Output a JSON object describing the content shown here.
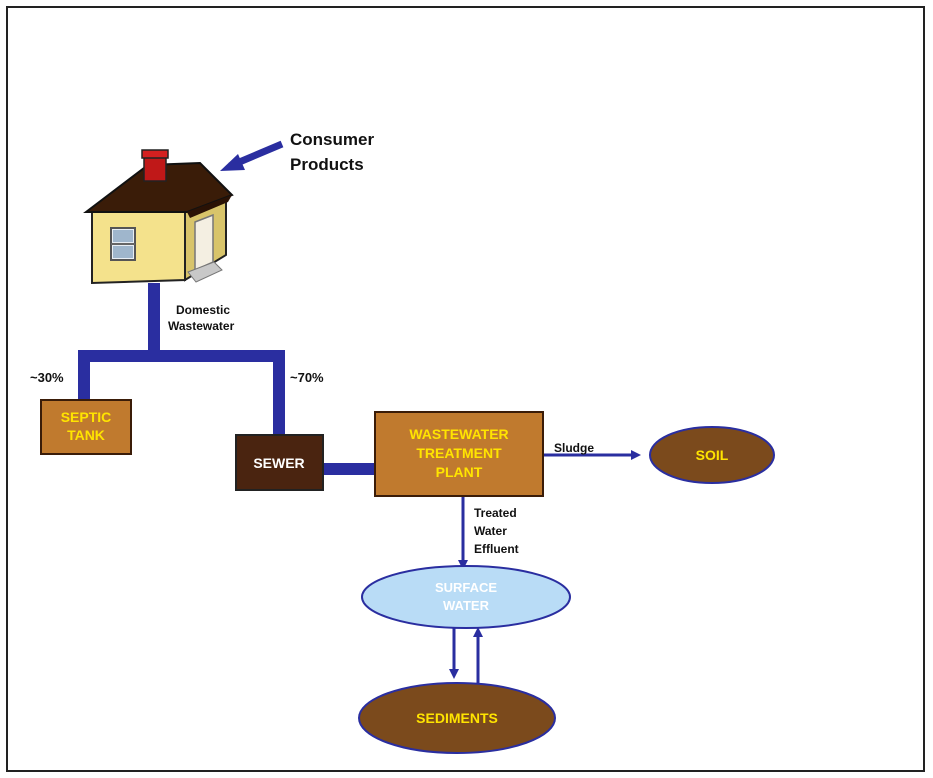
{
  "diagram": {
    "consumer_products": [
      "Consumer",
      "Products"
    ],
    "domestic_wastewater": [
      "Domestic",
      "Wastewater"
    ],
    "split_left": "~30%",
    "split_right": "~70%",
    "septic_tank": [
      "SEPTIC",
      "TANK"
    ],
    "sewer": "SEWER",
    "wwtp": [
      "WASTEWATER",
      "TREATMENT",
      "PLANT"
    ],
    "sludge": "Sludge",
    "soil": "SOIL",
    "treated_effluent": [
      "Treated",
      "Water",
      "Effluent"
    ],
    "surface_water": [
      "SURFACE",
      "WATER"
    ],
    "sediments": "SEDIMENTS"
  },
  "colors": {
    "pipe": "#2a2ea0",
    "box_brown": "#c07a2e",
    "box_dark": "#4a2410",
    "ellipse_brown": "#7b4a1c",
    "ellipse_blue": "#b9dcf6",
    "label_yellow": "#ffe400",
    "house_wall": "#f4e28c",
    "house_roof": "#3a1c08",
    "chimney": "#c01818"
  }
}
